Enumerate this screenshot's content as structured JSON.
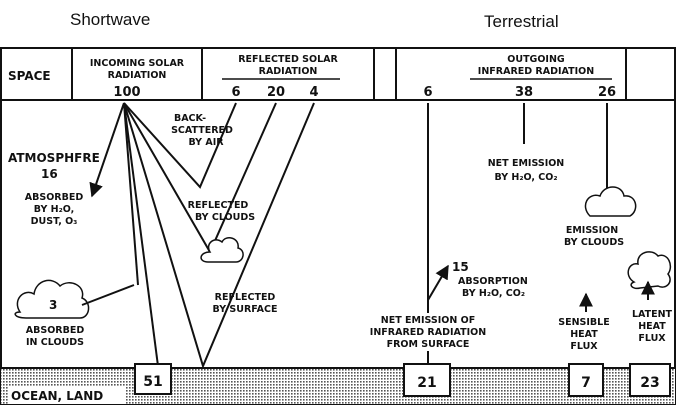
{
  "headers": {
    "shortwave": "Shortwave",
    "terrestrial": "Terrestrial"
  },
  "zones": {
    "space": "SPACE",
    "atmosphere": "ATMOSPHFRE",
    "surface": "OCEAN, LAND"
  },
  "incoming": {
    "label_line1": "INCOMING SOLAR",
    "label_line2": "RADIATION",
    "value": "100"
  },
  "reflected_header": {
    "line1": "REFLECTED SOLAR",
    "line2": "RADIATION",
    "values": [
      "6",
      "20",
      "4"
    ]
  },
  "outgoing_header": {
    "line1": "OUTGOING",
    "line2": "INFRARED RADIATION",
    "values": [
      "6",
      "38",
      "26"
    ]
  },
  "shortwave_labels": {
    "backscatter": [
      "BACK-",
      "SCATTERED",
      "BY AIR"
    ],
    "atm_absorbed_value": "16",
    "atm_absorbed": [
      "ABSORBED",
      "BY H₂O,",
      "DUST, O₃"
    ],
    "reflected_clouds": [
      "REFLECTED",
      "BY CLOUDS"
    ],
    "reflected_surface": [
      "REFLECTED",
      "BY SURFACE"
    ],
    "cloud_absorbed_value": "3",
    "cloud_absorbed": [
      "ABSORBED",
      "IN CLOUDS"
    ],
    "surface_absorbed_value": "51"
  },
  "terrestrial_labels": {
    "net_emission_atm": [
      "NET EMISSION",
      "BY H₂O, CO₂"
    ],
    "emission_clouds": [
      "EMISSION",
      "BY CLOUDS"
    ],
    "absorption_value": "15",
    "absorption": [
      "ABSORPTION",
      "BY H₂O, CO₂"
    ],
    "net_emission_surface": [
      "NET EMISSION OF",
      "INFRARED RADIATION",
      "FROM SURFACE"
    ],
    "sensible_heat": [
      "SENSIBLE",
      "HEAT",
      "FLUX"
    ],
    "latent_heat": [
      "LATENT",
      "HEAT",
      "FLUX"
    ]
  },
  "surface_boxes": {
    "net_infrared": "21",
    "sensible": "7",
    "latent": "23"
  }
}
